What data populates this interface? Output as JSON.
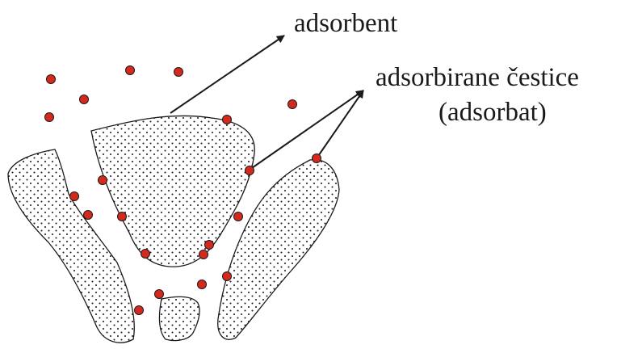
{
  "labels": {
    "adsorbent": "adsorbent",
    "adsorbed_particles": "adsorbirane čestice",
    "adsorbate": "(adsorbat)"
  },
  "colors": {
    "particle_fill": "#d42a1e",
    "outline": "#1a1a1a",
    "stipple": "#1a1a1a",
    "background": "#ffffff"
  }
}
